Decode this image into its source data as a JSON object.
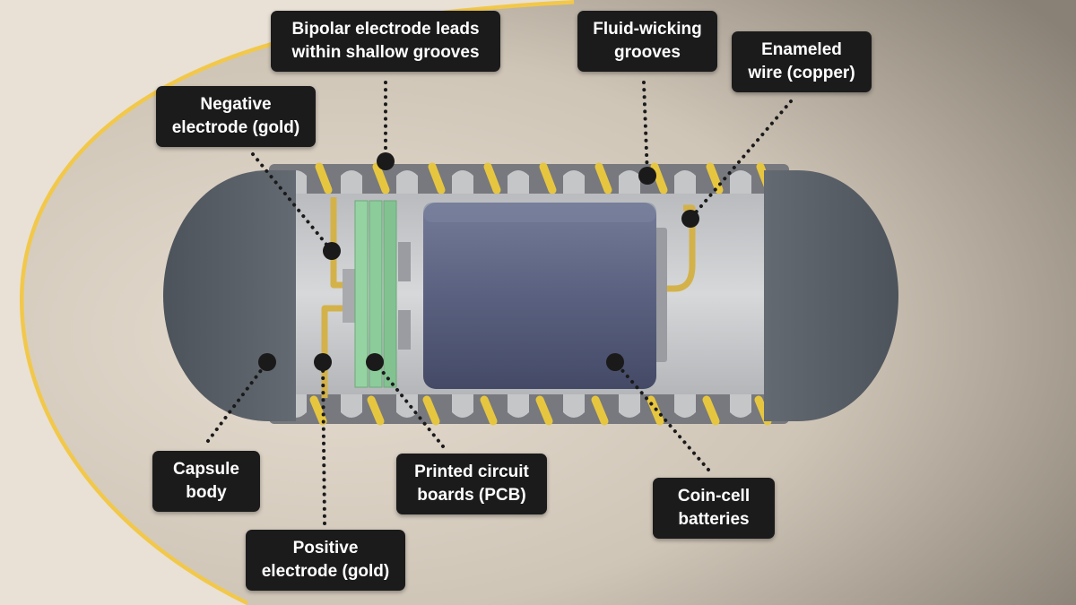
{
  "diagram": {
    "labels": {
      "bipolar_leads": [
        "Bipolar electrode leads",
        "within shallow grooves"
      ],
      "fluid_wicking": [
        "Fluid-wicking",
        "grooves"
      ],
      "enameled_wire": [
        "Enameled",
        "wire (copper)"
      ],
      "negative_electrode": [
        "Negative",
        "electrode (gold)"
      ],
      "capsule_body": [
        "Capsule",
        "body"
      ],
      "positive_electrode": [
        "Positive",
        "electrode (gold)"
      ],
      "pcb": [
        "Printed circuit",
        "boards (PCB)"
      ],
      "batteries": [
        "Coin-cell",
        "batteries"
      ]
    },
    "colors": {
      "background_light": "#e4dbce",
      "background_dark": "#8a8176",
      "outline_gold": "#f2c84b",
      "capsule_cap": "#5b6169",
      "capsule_shell": "#76797f",
      "inner_chamber": "#cfd0d2",
      "gold_wire": "#d4b24a",
      "pcb_green": "#8ccc9a",
      "battery": "#5a6180",
      "label_bg": "#1b1b1c",
      "label_text": "#ffffff",
      "leader_dots": "#1a1a1a"
    }
  }
}
